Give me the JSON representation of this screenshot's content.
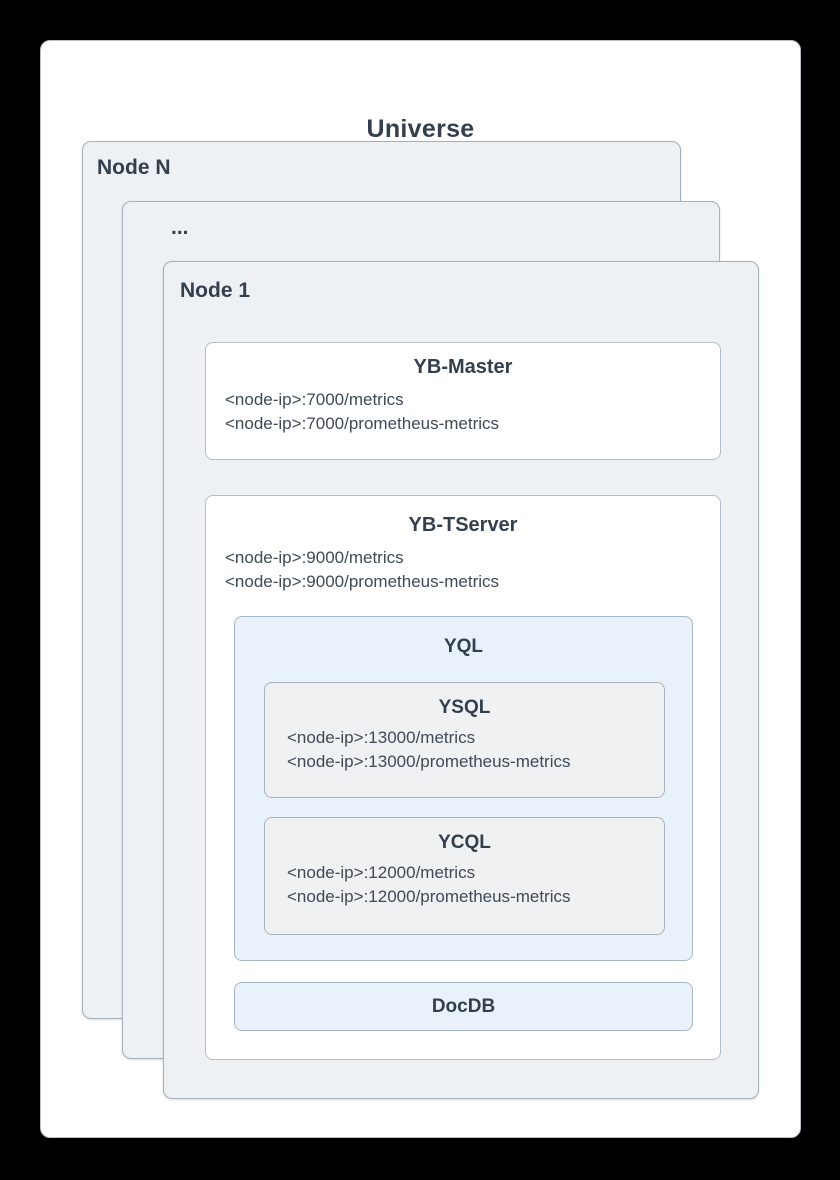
{
  "diagram": {
    "universe_label": "Universe",
    "node_n_label": "Node N",
    "ellipsis_label": "...",
    "node_1_label": "Node 1",
    "yb_master": {
      "title": "YB-Master",
      "lines": [
        "<node-ip>:7000/metrics",
        "<node-ip>:7000/prometheus-metrics"
      ]
    },
    "yb_tserver": {
      "title": "YB-TServer",
      "lines": [
        "<node-ip>:9000/metrics",
        "<node-ip>:9000/prometheus-metrics"
      ]
    },
    "yql": {
      "title": "YQL"
    },
    "ysql": {
      "title": "YSQL",
      "lines": [
        "<node-ip>:13000/metrics",
        "<node-ip>:13000/prometheus-metrics"
      ]
    },
    "ycql": {
      "title": "YCQL",
      "lines": [
        "<node-ip>:12000/metrics",
        "<node-ip>:12000/prometheus-metrics"
      ]
    },
    "docdb": {
      "title": "DocDB"
    }
  },
  "colors": {
    "background": "#000000",
    "card_fill": "#ffffff",
    "node_fill": "#edf1f4",
    "blue_fill": "#e9f1fb",
    "gray_fill": "#f0f1f2",
    "border": "#a5b0bb",
    "title_text": "#333f4c",
    "body_text": "#3e4a56"
  }
}
